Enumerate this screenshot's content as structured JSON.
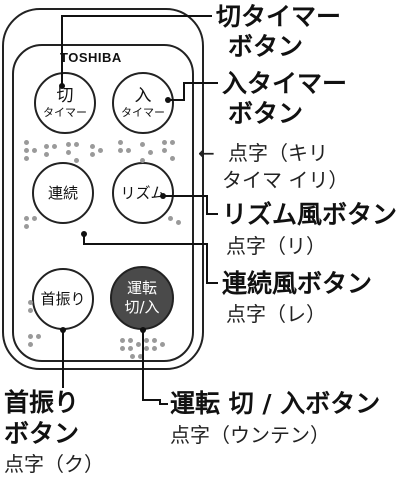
{
  "remote": {
    "brand": "TOSHIBA",
    "buttons": {
      "off_timer": {
        "line1": "切",
        "line2": "タイマー"
      },
      "on_timer": {
        "line1": "入",
        "line2": "タイマー"
      },
      "continuous": {
        "label": "連続"
      },
      "rhythm": {
        "label": "リズム"
      },
      "swing": {
        "label": "首振り"
      },
      "power": {
        "line1": "運転",
        "line2": "切/入"
      }
    }
  },
  "labels": {
    "off_timer_button": {
      "line1": "切タイマー",
      "line2": "ボタン"
    },
    "on_timer_button": {
      "line1": "入タイマー",
      "line2": "ボタン"
    },
    "braille_timer": {
      "arrow": "←",
      "line1": "点字（キリ",
      "line2": "タイマ イリ）"
    },
    "rhythm_button": {
      "title": "リズム風ボタン",
      "braille": "点字（リ）"
    },
    "continuous_button": {
      "title": "連続風ボタン",
      "braille": "点字（レ）"
    },
    "power_button": {
      "title": "運転 切 / 入ボタン",
      "braille": "点字（ウンテン）"
    },
    "swing_button": {
      "line1": "首振り",
      "line2": "ボタン",
      "braille": "点字（ク）"
    }
  },
  "colors": {
    "outline": "#222222",
    "power_button_fill": "#4a4a4a",
    "braille_dots": "#9a9a9a"
  }
}
